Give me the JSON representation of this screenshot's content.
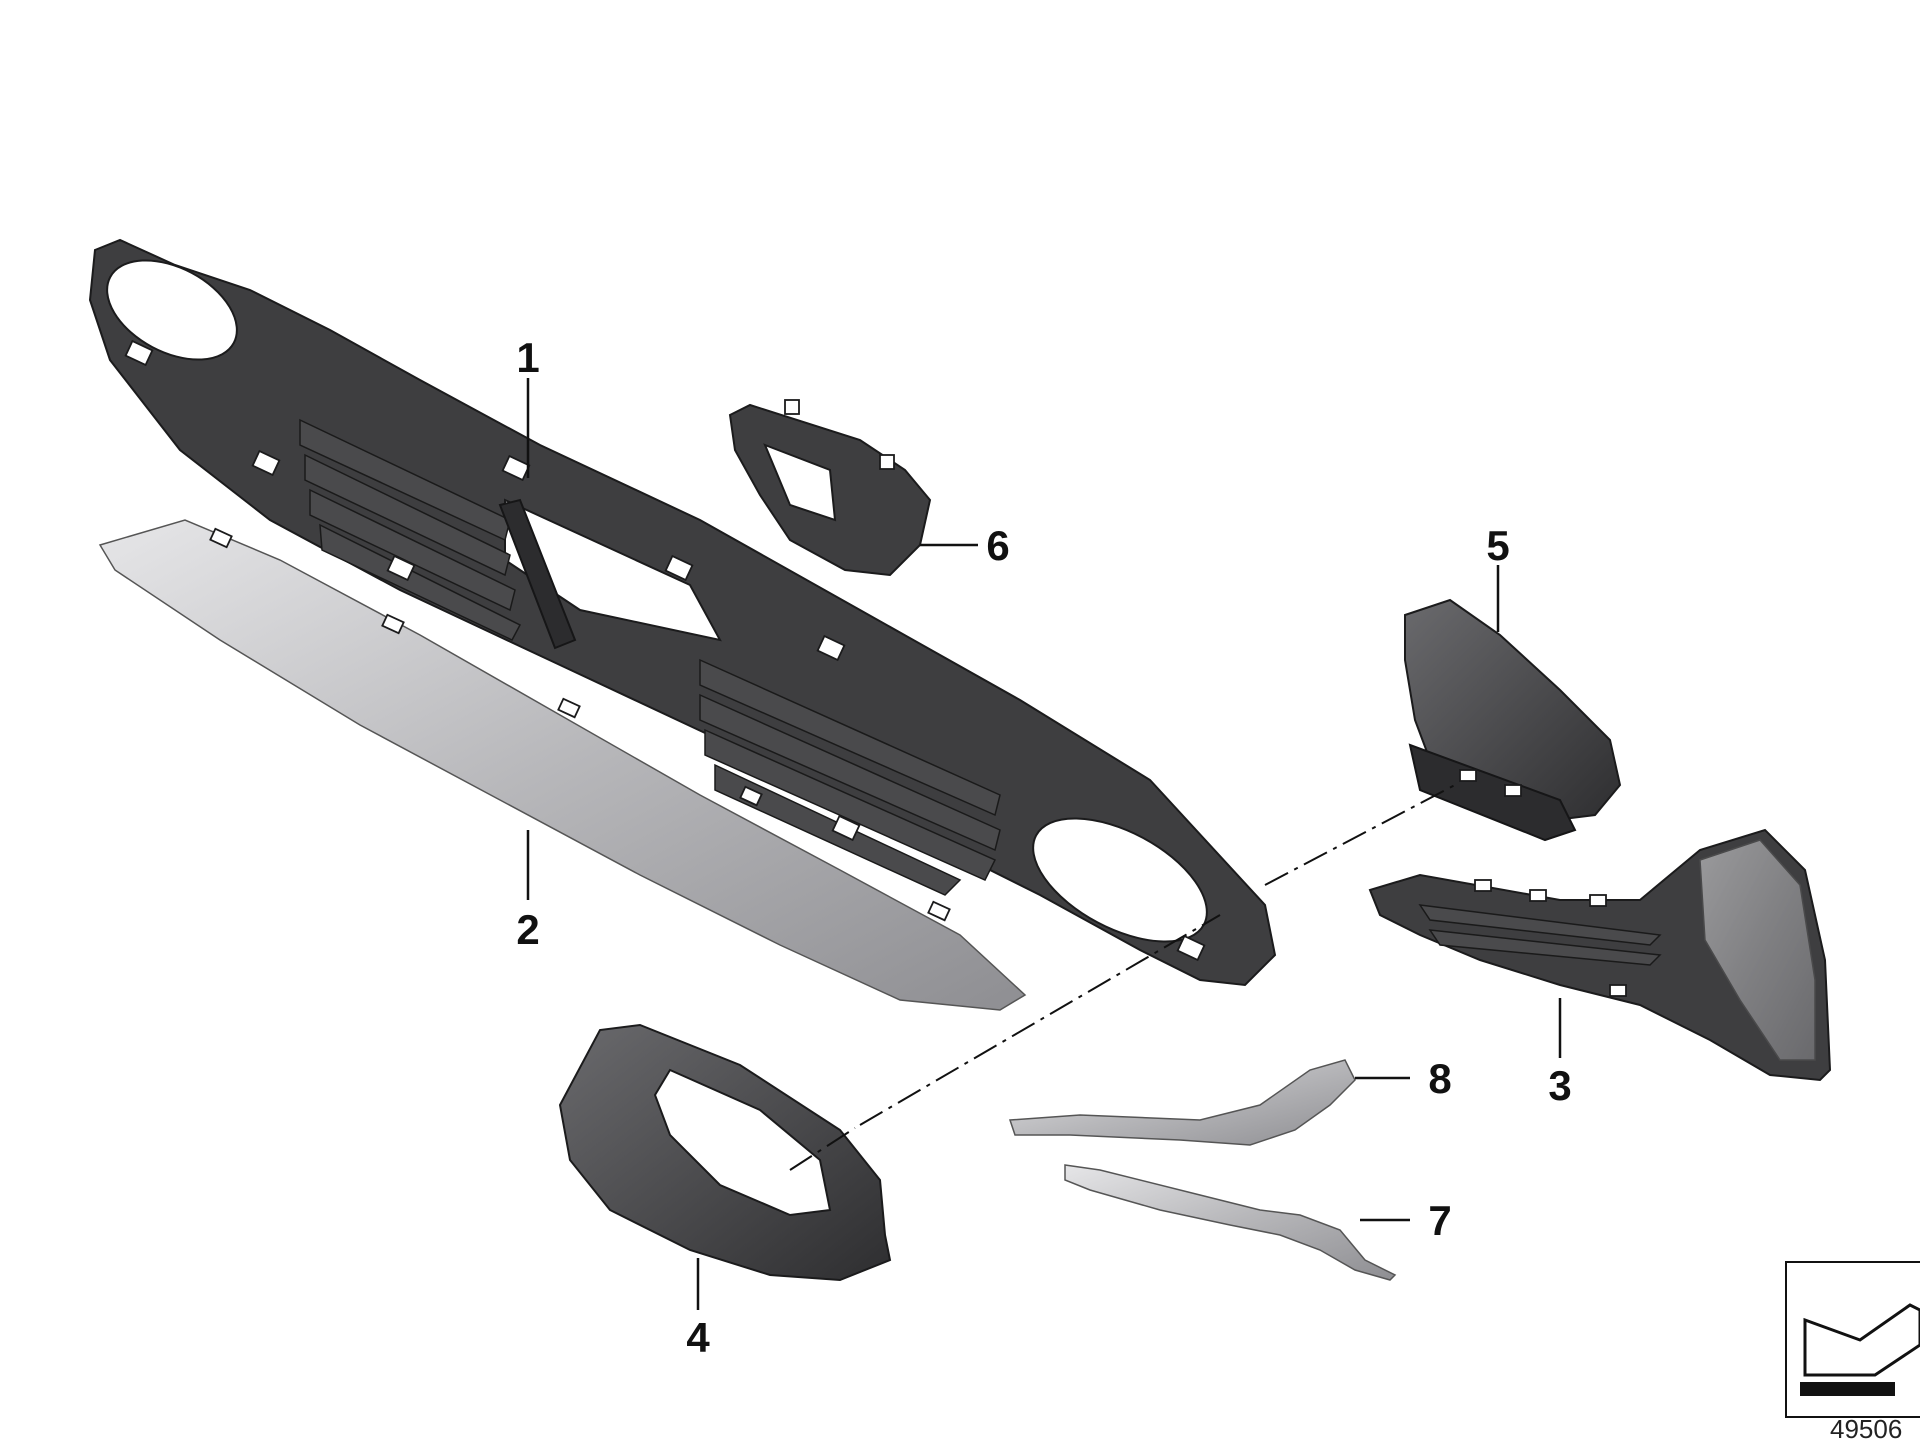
{
  "callouts": [
    {
      "id": "1",
      "label": "1"
    },
    {
      "id": "2",
      "label": "2"
    },
    {
      "id": "3",
      "label": "3"
    },
    {
      "id": "4",
      "label": "4"
    },
    {
      "id": "5",
      "label": "5"
    },
    {
      "id": "6",
      "label": "6"
    },
    {
      "id": "7",
      "label": "7"
    },
    {
      "id": "8",
      "label": "8"
    }
  ],
  "reference_number": "49506",
  "colors": {
    "part_dark": "#3e3e40",
    "part_silver": "#c9c9cb",
    "ink": "#111111",
    "background": "#ffffff"
  },
  "icons": {
    "orientation_icon": "direction-arrow-icon"
  }
}
